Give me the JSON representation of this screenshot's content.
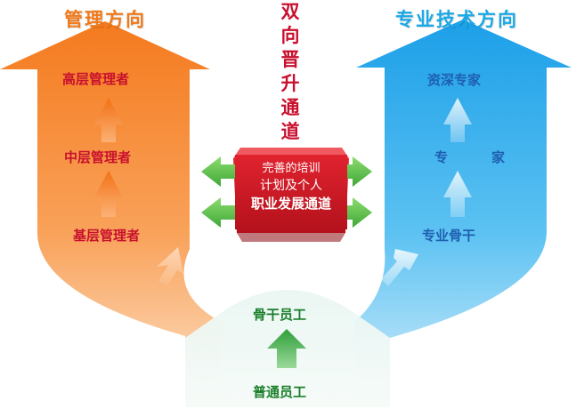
{
  "titles": {
    "left": "管理方向",
    "right": "专业技术方向",
    "middle": "双向晋升通道"
  },
  "management_track": [
    "高层管理者",
    "中层管理者",
    "基层管理者"
  ],
  "technical_track": [
    "资深专家",
    "专　家",
    "专业骨干"
  ],
  "base_track": [
    "骨干员工",
    "普通员工"
  ],
  "center_box": {
    "line1": "完善的培训",
    "line2": "计划及个人",
    "line3": "职业发展通道"
  },
  "colors": {
    "management": "#f7963c",
    "technical": "#37b4f0",
    "base": "#e8f6ee",
    "center_box": "#d51e2a",
    "connector_arrows": "#5fc24b",
    "up_arrow_green": "#2fa83c"
  }
}
